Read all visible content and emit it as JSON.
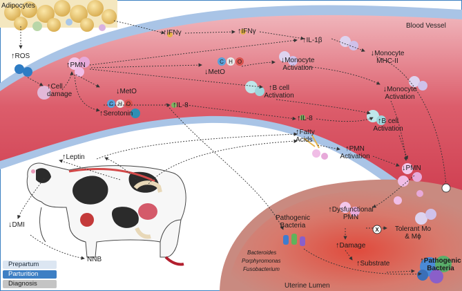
{
  "region_labels": {
    "adipocytes": "Adipocytes",
    "blood_vessel": "Blood Vessel",
    "uterine_lumen": "Uterine Lumen"
  },
  "nodes": {
    "ros": {
      "arrow": "↑",
      "text": "ROS"
    },
    "cell_damage": {
      "arrow": "↑",
      "text": "Cell damage"
    },
    "pmn_top": {
      "arrow": "↑",
      "text": "PMN"
    },
    "meto_left": {
      "arrow": "↓",
      "text": "MetO"
    },
    "serotonin": {
      "arrow": "↑",
      "text": "Serotonin"
    },
    "il8_left": {
      "arrow": "↑",
      "text": "IL-8"
    },
    "ifng_1": {
      "arrow": "↑",
      "text": "IFNγ"
    },
    "ifng_2": {
      "arrow": "↑",
      "text": "IFNγ"
    },
    "il1b": {
      "arrow": "↑",
      "text": "IL-1β"
    },
    "monocyte_mhc": {
      "arrow": "↓",
      "text": "Monocyte MHC-II"
    },
    "meto_mid": {
      "arrow": "↓",
      "text": "MetO"
    },
    "monocyte_act_1": {
      "arrow": "↓",
      "text": "Monocyte Activation"
    },
    "monocyte_act_2": {
      "arrow": "↓",
      "text": "Monocyte Activation"
    },
    "bcell_1": {
      "arrow": "↑",
      "text": "B cell Activation"
    },
    "bcell_2": {
      "arrow": "↑",
      "text": "B cell Activation"
    },
    "il8_mid": {
      "arrow": "↑",
      "text": "IL-8"
    },
    "fatty_acids": {
      "arrow": "↑",
      "text": "Fatty Acids"
    },
    "pmn_activation": {
      "arrow": "↑",
      "text": "PMN Activation"
    },
    "pmn_low": {
      "arrow": "↓",
      "text": "PMN"
    },
    "leptin": {
      "arrow": "↑",
      "text": "Leptin"
    },
    "dmi": {
      "arrow": "↓",
      "text": "DMI"
    },
    "nnb": {
      "arrow": "",
      "text": "NNB"
    },
    "pathogenic_left": {
      "arrow": "",
      "text": "Pathogenic Bacteria"
    },
    "dysfunctional_pmn": {
      "arrow": "↑",
      "text": "Dysfunctional PMN"
    },
    "tolerant": {
      "arrow": "",
      "text": "Tolerant Mo & Mϕ"
    },
    "damage": {
      "arrow": "↑",
      "text": "Damage"
    },
    "substrate": {
      "arrow": "↑",
      "text": "Substrate"
    },
    "pathogenic_right": {
      "arrow": "↑",
      "text": "Pathogenic Bacteria"
    }
  },
  "molecule_letters": [
    "C",
    "H",
    "O"
  ],
  "block_x": "X",
  "bacteria_genera": [
    "Bacteroides",
    "Porphyromonas",
    "Fusobacterium"
  ],
  "legend": [
    {
      "label": "Prepartum",
      "color": "#dce6f2"
    },
    {
      "label": "Parturition",
      "color": "#3d7fc4"
    },
    {
      "label": "Diagnosis",
      "color": "#c4c4c4"
    }
  ],
  "colors": {
    "vessel": "#d94a5a",
    "vessel_light": "#ec8a94",
    "vessel_wall": "#a9c4e6",
    "lumen": "#d66a60",
    "adipocyte": "#e8c66a",
    "pmn_cell": "#f3c7ea",
    "bcell": "#bfe6ea",
    "accent_blue": "#2e7cc4"
  }
}
